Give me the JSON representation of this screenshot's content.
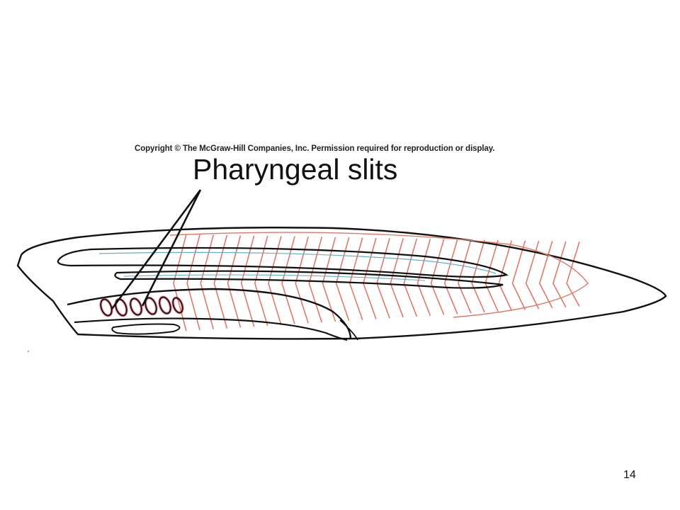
{
  "slide": {
    "copyright": "Copyright © The McGraw-Hill Companies, Inc. Permission required for reproduction or display.",
    "label": "Pharyngeal slits",
    "page_number": "14"
  },
  "colors": {
    "outline": "#111111",
    "myomere": "#e0786a",
    "gill_highlight": "#e03a5a",
    "nerve_cord": "#5fb0c8"
  }
}
